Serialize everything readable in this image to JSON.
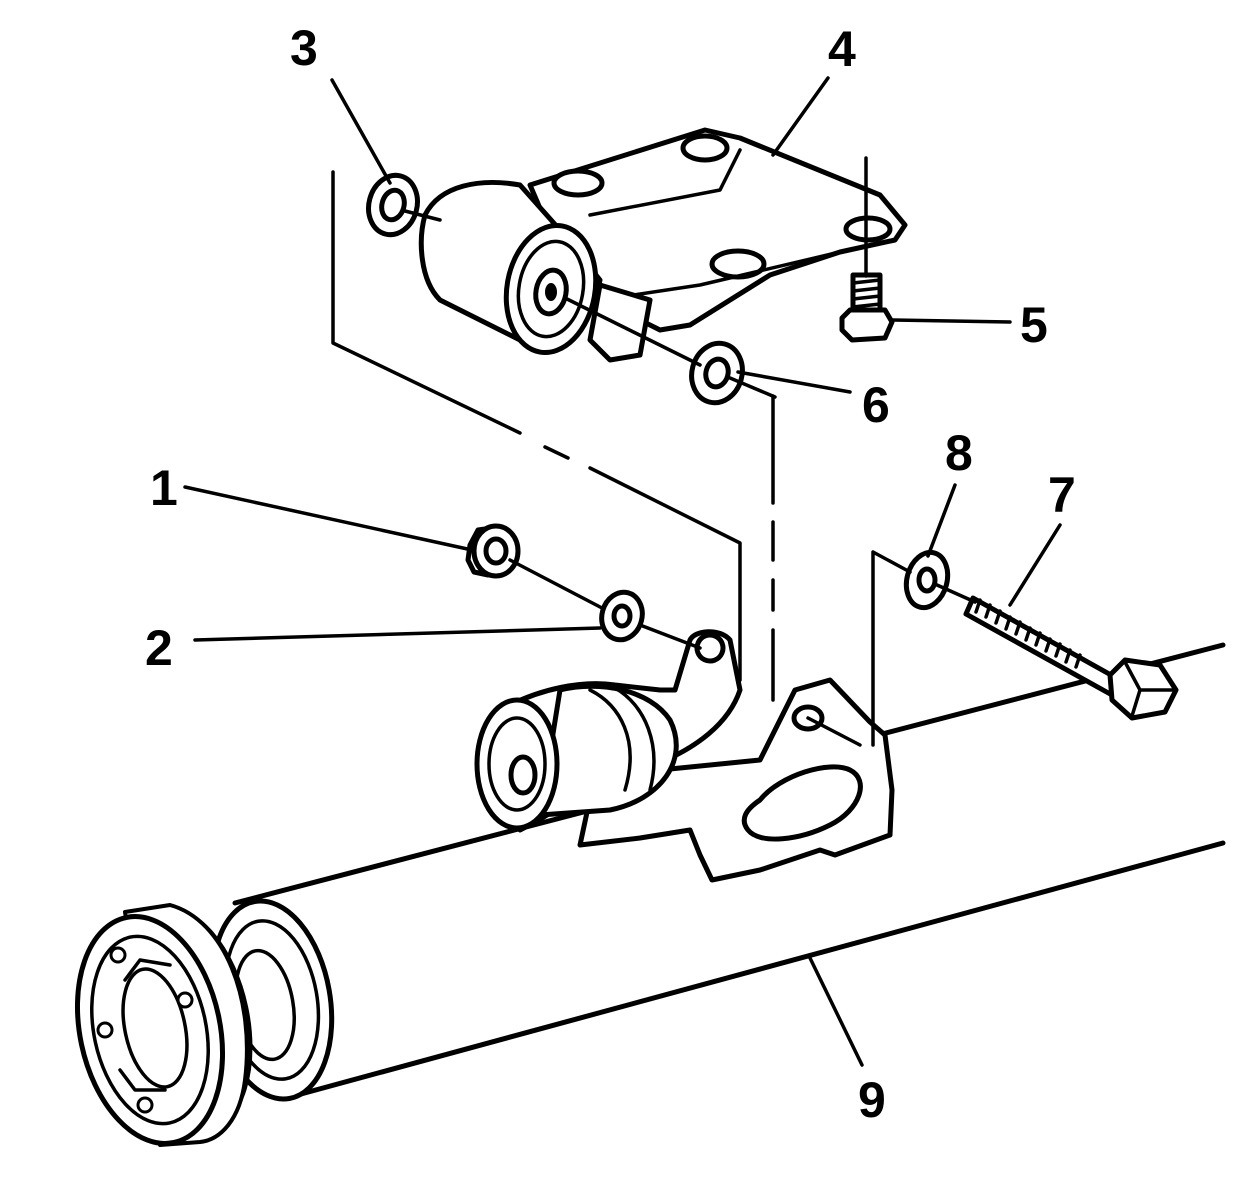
{
  "diagram": {
    "callouts": [
      {
        "id": "c1",
        "number": "1"
      },
      {
        "id": "c2",
        "number": "2"
      },
      {
        "id": "c3",
        "number": "3"
      },
      {
        "id": "c4",
        "number": "4"
      },
      {
        "id": "c5",
        "number": "5"
      },
      {
        "id": "c6",
        "number": "6"
      },
      {
        "id": "c7",
        "number": "7"
      },
      {
        "id": "c8",
        "number": "8"
      },
      {
        "id": "c9",
        "number": "9"
      }
    ],
    "colors": {
      "line": "#000000",
      "background": "#ffffff"
    }
  }
}
